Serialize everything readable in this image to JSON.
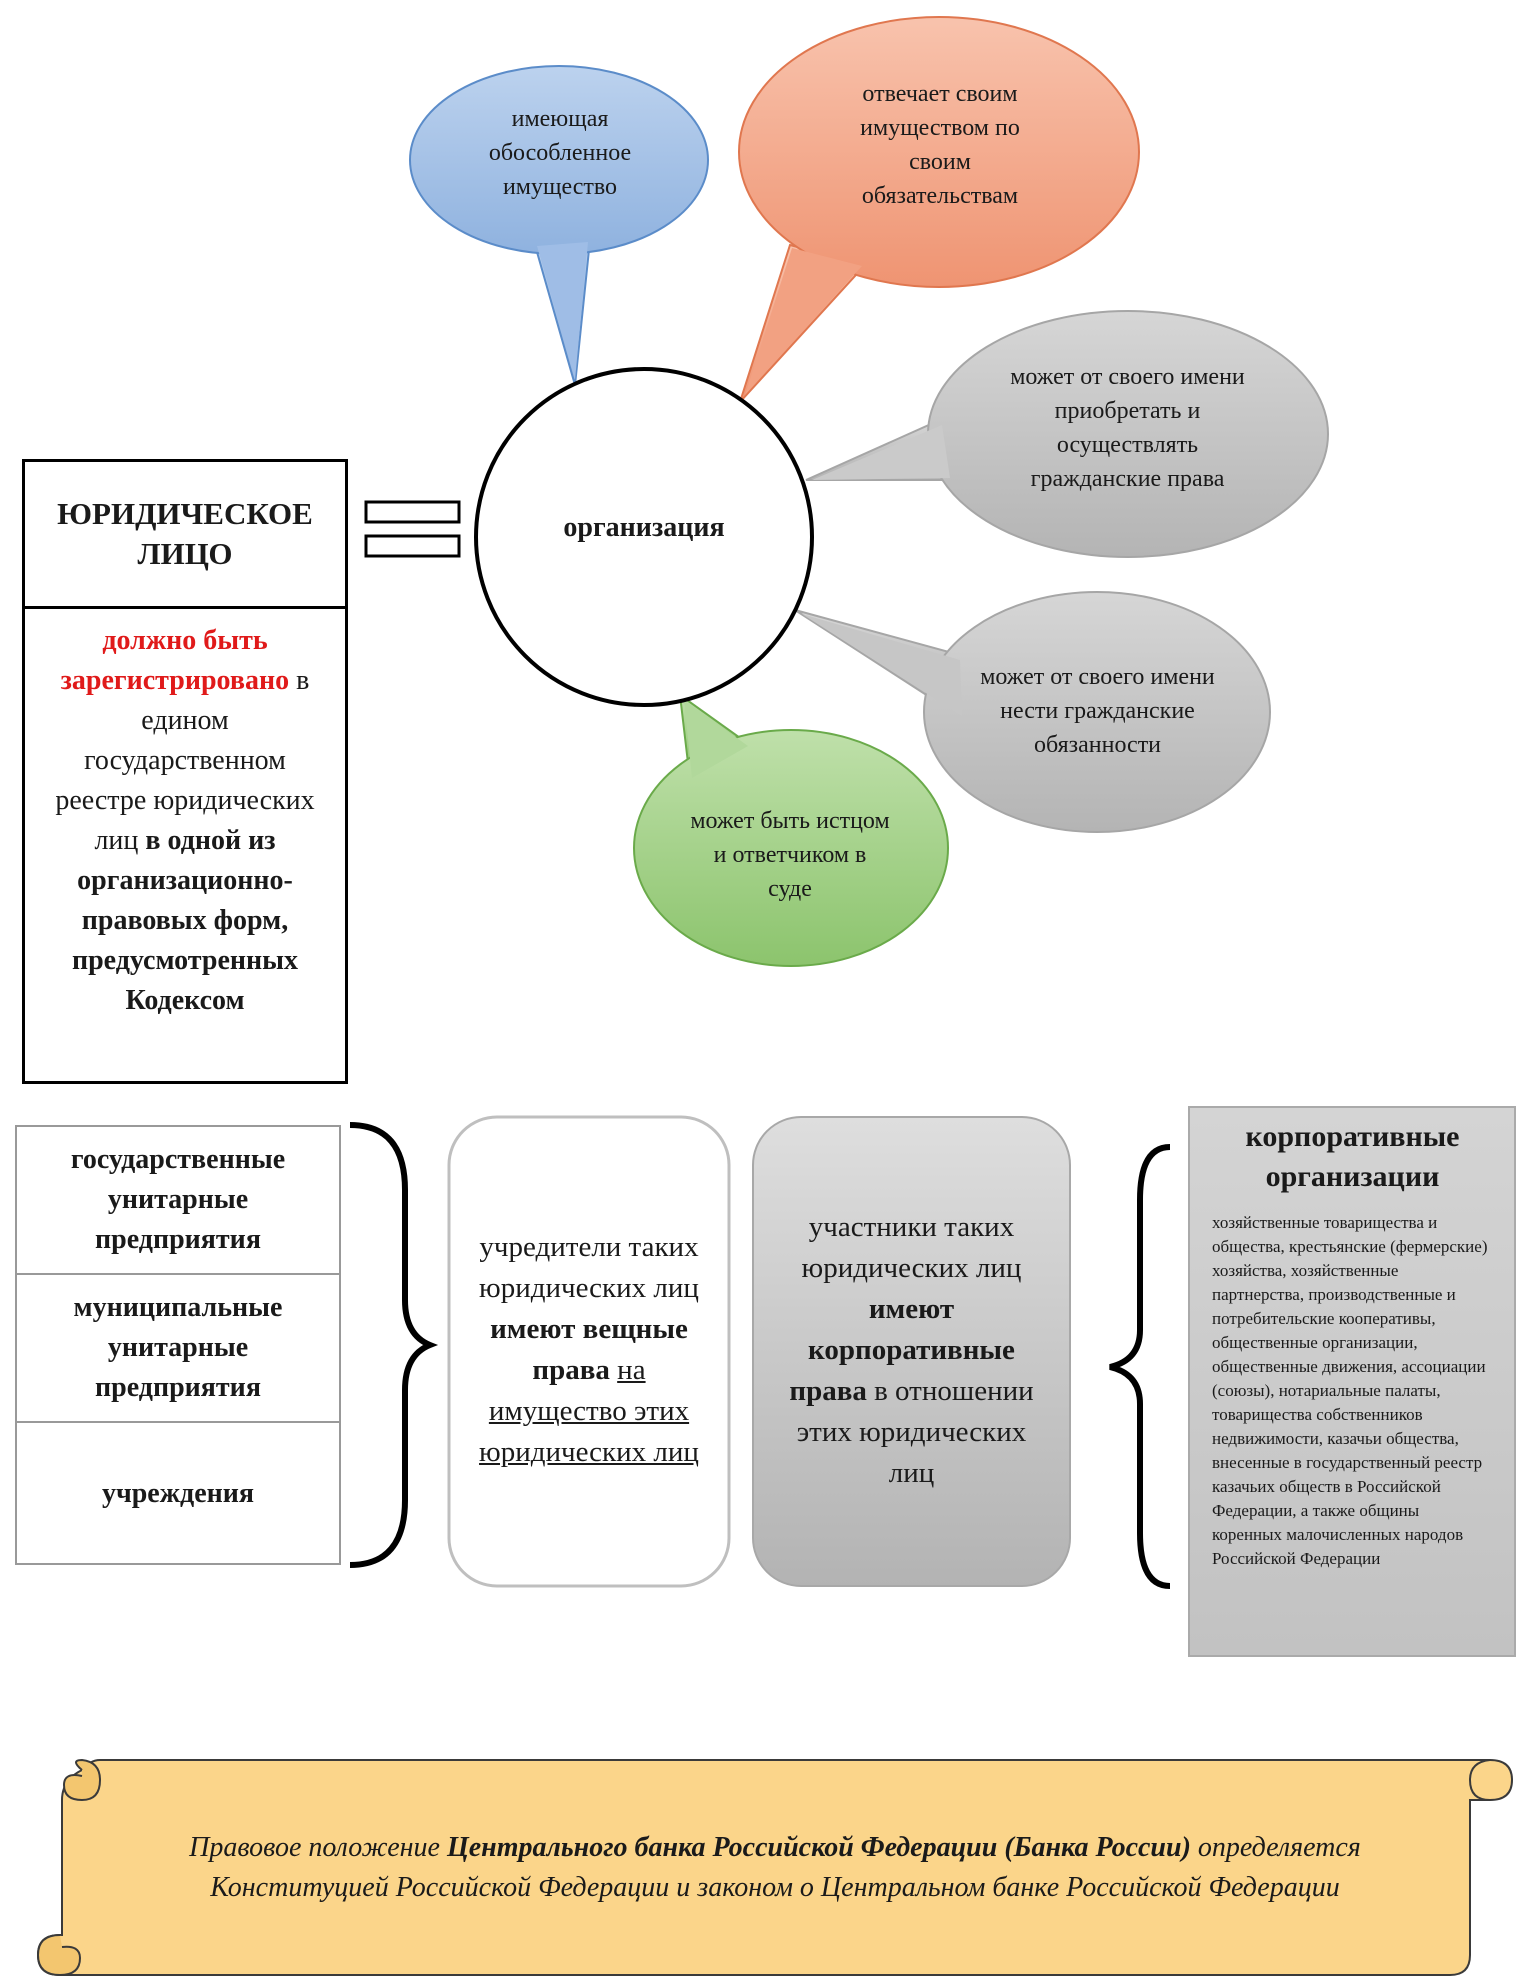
{
  "legal_entity": {
    "title": "ЮРИДИЧЕСКОЕ ЛИЦО",
    "requirement_red": "должно быть зарегистрировано",
    "requirement_normal": "в едином государственном реестре юридических лиц",
    "requirement_bold": "в одной из организационно-правовых форм, предусмотренных Кодексом"
  },
  "center": {
    "label": "организация"
  },
  "bubbles": [
    {
      "text": "имеющая обособленное имущество",
      "color": "#a9c6e8"
    },
    {
      "text": "отвечает своим имуществом по своим обязательствам",
      "color": "#f4a98a"
    },
    {
      "text": "может от своего имени приобретать и осуществлять гражданские права",
      "color": "#c4c4c4"
    },
    {
      "text": "может от своего имени нести гражданские обязанности",
      "color": "#c4c4c4"
    },
    {
      "text": "может быть истцом и ответчиком в суде",
      "color": "#a5cf8c"
    }
  ],
  "unitary": [
    "государственные унитарные предприятия",
    "муниципальные унитарные предприятия",
    "учреждения"
  ],
  "founders_box": {
    "part1": "учредители таких юридических лиц",
    "part2_bold": "имеют вещные права",
    "part3_underlined": "на имущество этих юридических лиц"
  },
  "participants_box": {
    "part1": "участники таких юридических лиц",
    "part2_bold": "имеют корпоративные права",
    "part3": "в отношении этих юридических лиц"
  },
  "corporate": {
    "title": "корпоративные организации",
    "body": "хозяйственные товарищества и общества, крестьянские (фермерские) хозяйства, хозяйственные партнерства, производственные и потребительские кооперативы, общественные организации, общественные движения, ассоциации (союзы), нотариальные палаты, товарищества собственников недвижимости, казачьи общества, внесенные в государственный реестр казачьих обществ в Российской Федерации, а также общины коренных малочисленных народов Российской Федерации"
  },
  "scroll": {
    "part1": "Правовое положение",
    "part2_bold": "Центрального банка Российской Федерации (Банка России)",
    "part3": "определяется Конституцией Российской Федерации и законом о Центральном банке Российской Федерации",
    "color": "#fbd58a"
  }
}
